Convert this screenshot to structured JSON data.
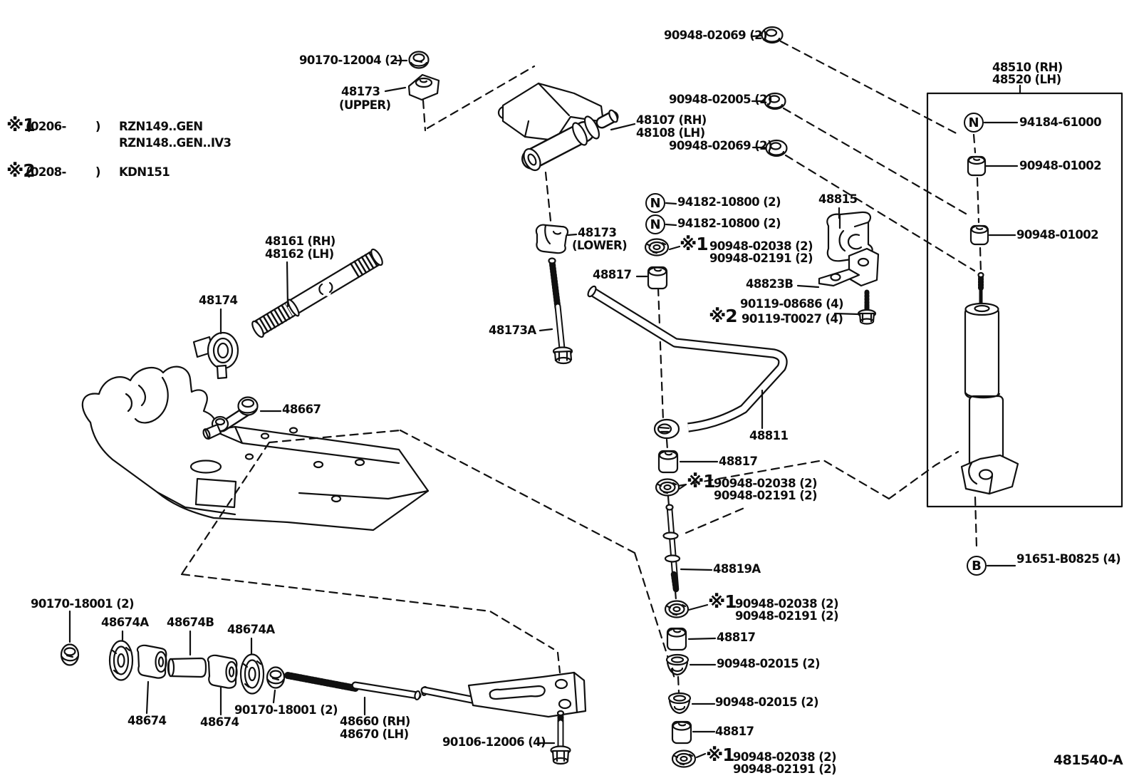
{
  "figure_code": "481540-A",
  "symbols": {
    "nut_mark": "N",
    "bolt_mark": "B"
  },
  "notes": {
    "n1_marker": "※1",
    "n1_range": "(0206-        )",
    "n1_model_a": "RZN149..GEN",
    "n1_model_b": "RZN148..GEN..IV3",
    "n2_marker": "※2",
    "n2_range": "(0208-        )",
    "n2_model": "KDN151"
  },
  "parts": {
    "nut_90170_12004": "90170-12004 (2)",
    "cushion_48173": "48173",
    "tag_upper": "(UPPER)",
    "tag_lower": "(LOWER)",
    "retainer_90948_02069": "90948-02069 (2)",
    "absorber_rh": "48510 (RH)",
    "absorber_lh": "48520 (LH)",
    "retainer_90948_02005": "90948-02005 (2)",
    "arm_rh": "48107 (RH)",
    "arm_lh": "48108 (LH)",
    "nut_94184_61000": "94184-61000",
    "cushion_90948_01002": "90948-01002",
    "nut_94182_10800": "94182-10800 (2)",
    "star1": "※1",
    "retainer_90948_02038": "90948-02038 (2)",
    "retainer_90948_02191": "90948-02191 (2)",
    "bushing_48815": "48815",
    "cushion_48817": "48817",
    "bracket_48823b": "48823B",
    "bolt_90119_08686": "90119-08686 (4)",
    "star2": "※2",
    "bolt_90119_t0027": "90119-T0027 (4)",
    "torsion_bar_rh": "48161 (RH)",
    "torsion_bar_lh": "48162 (LH)",
    "retainer_48174": "48174",
    "bolt_48173a": "48173A",
    "arm_48667": "48667",
    "stabilizer_48811": "48811",
    "link_48819a": "48819A",
    "retainer_90948_02015": "90948-02015 (2)",
    "bolt_91651_b0825": "91651-B0825 (4)",
    "nut_90170_18001": "90170-18001 (2)",
    "washer_48674a": "48674A",
    "collar_48674b": "48674B",
    "cushion_48674": "48674",
    "bar_rh": "48660 (RH)",
    "bar_lh": "48670 (LH)",
    "bolt_90106_12006": "90106-12006 (4)"
  }
}
